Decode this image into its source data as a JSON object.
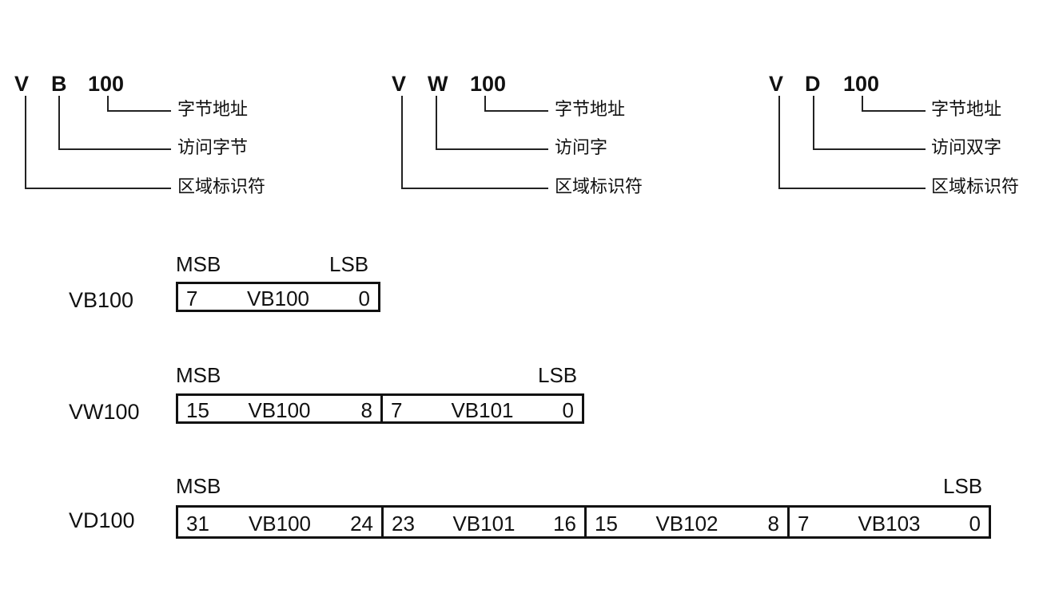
{
  "address_examples": [
    {
      "area": "V",
      "size": "B",
      "byte": "100",
      "labels": {
        "byte_address": "字节地址",
        "access": "访问字节",
        "area_id": "区域标识符"
      }
    },
    {
      "area": "V",
      "size": "W",
      "byte": "100",
      "labels": {
        "byte_address": "字节地址",
        "access": "访问字",
        "area_id": "区域标识符"
      }
    },
    {
      "area": "V",
      "size": "D",
      "byte": "100",
      "labels": {
        "byte_address": "字节地址",
        "access": "访问双字",
        "area_id": "区域标识符"
      }
    }
  ],
  "registers": [
    {
      "label": "VB100",
      "msb": "MSB",
      "lsb": "LSB",
      "cells": [
        {
          "high": "7",
          "name": "VB100",
          "low": "0"
        }
      ]
    },
    {
      "label": "VW100",
      "msb": "MSB",
      "lsb": "LSB",
      "cells": [
        {
          "high": "15",
          "name": "VB100",
          "low": "8"
        },
        {
          "high": "7",
          "name": "VB101",
          "low": "0"
        }
      ]
    },
    {
      "label": "VD100",
      "msb": "MSB",
      "lsb": "LSB",
      "cells": [
        {
          "high": "31",
          "name": "VB100",
          "low": "24"
        },
        {
          "high": "23",
          "name": "VB101",
          "low": "16"
        },
        {
          "high": "15",
          "name": "VB102",
          "low": "8"
        },
        {
          "high": "7",
          "name": "VB103",
          "low": "0"
        }
      ]
    }
  ]
}
